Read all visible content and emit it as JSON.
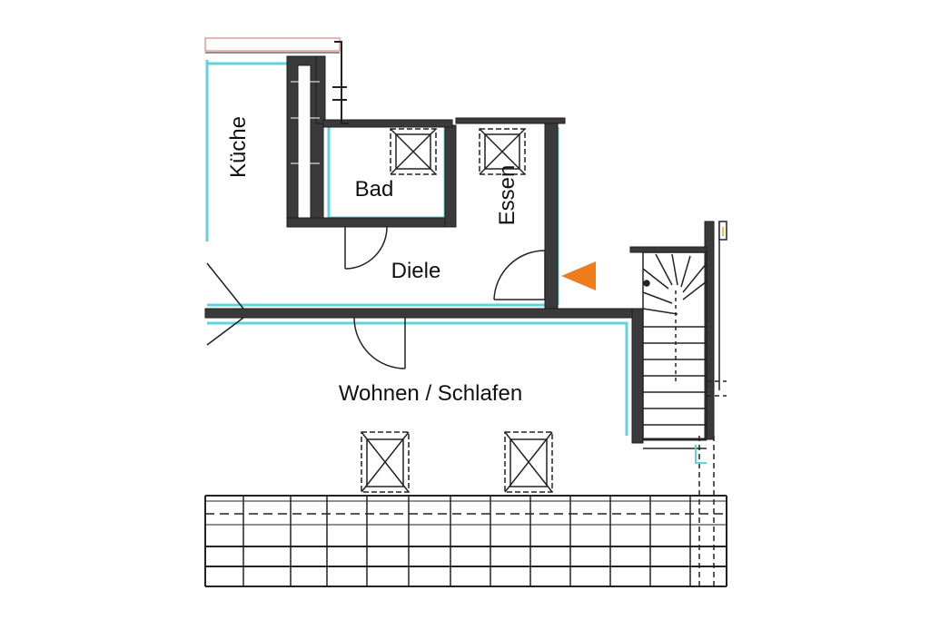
{
  "floor_plan": {
    "rooms": [
      {
        "id": "kueche",
        "label": "Küche",
        "orientation": "vertical"
      },
      {
        "id": "bad",
        "label": "Bad",
        "orientation": "horizontal"
      },
      {
        "id": "essen",
        "label": "Essen",
        "orientation": "vertical"
      },
      {
        "id": "diele",
        "label": "Diele",
        "orientation": "horizontal"
      },
      {
        "id": "wohnen",
        "label": "Wohnen / Schlafen",
        "orientation": "horizontal"
      }
    ],
    "entrance_marker": {
      "symbol": "triangle-left",
      "color": "#f07c1e"
    },
    "colors": {
      "wall": "#3a3a3a",
      "inner_outline": "#5fd3e0",
      "line": "#222222",
      "balcony_top": "#e89a9a"
    },
    "features": [
      "stairs",
      "skylights",
      "balcony-railing",
      "doors"
    ]
  }
}
